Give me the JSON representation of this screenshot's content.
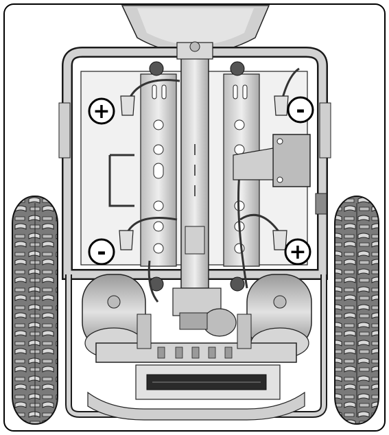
{
  "figure": {
    "subject": "wheelchair-chassis-rear-view",
    "markers": [
      {
        "id": "battery-front-left-terminal",
        "symbol": "+"
      },
      {
        "id": "battery-front-right-terminal",
        "symbol": "-"
      },
      {
        "id": "battery-rear-left-terminal",
        "symbol": "-"
      },
      {
        "id": "battery-rear-right-terminal",
        "symbol": "+"
      }
    ],
    "colors": {
      "frame": "#c8c8c8",
      "outline": "#1a1a1a",
      "tire": "#6a6a6a",
      "panel": "#e6e6e6",
      "badge_fill": "#ffffff",
      "badge_stroke": "#000000"
    }
  }
}
